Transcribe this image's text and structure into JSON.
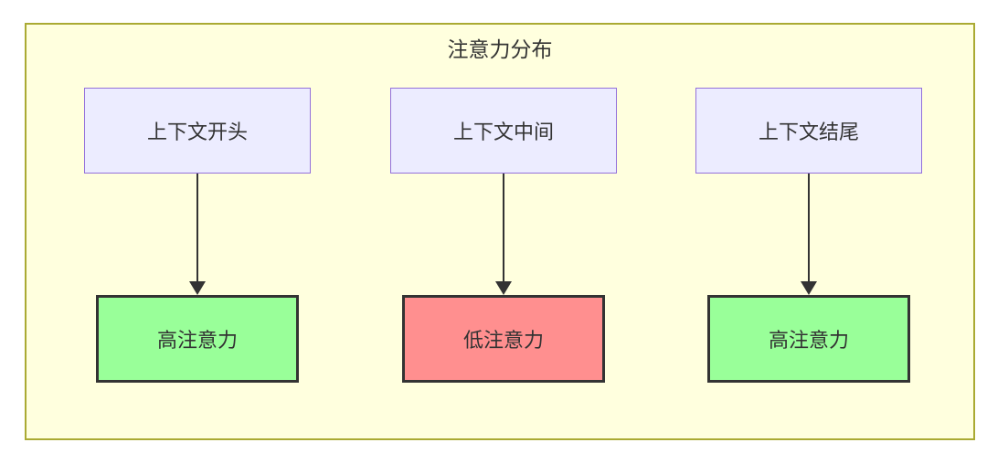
{
  "diagram": {
    "title": "注意力分布",
    "columns": [
      {
        "source": "上下文开头",
        "result": "高注意力",
        "level": "high"
      },
      {
        "source": "上下文中间",
        "result": "低注意力",
        "level": "low"
      },
      {
        "source": "上下文结尾",
        "result": "高注意力",
        "level": "high"
      }
    ],
    "colors": {
      "container_bg": "#ffffde",
      "container_border": "#aaaa33",
      "node_bg": "#ECECFF",
      "node_border": "#9370DB",
      "high_bg": "#99ff99",
      "low_bg": "#ff8f8f",
      "result_border": "#333333",
      "arrow": "#333333",
      "text": "#333333"
    }
  }
}
